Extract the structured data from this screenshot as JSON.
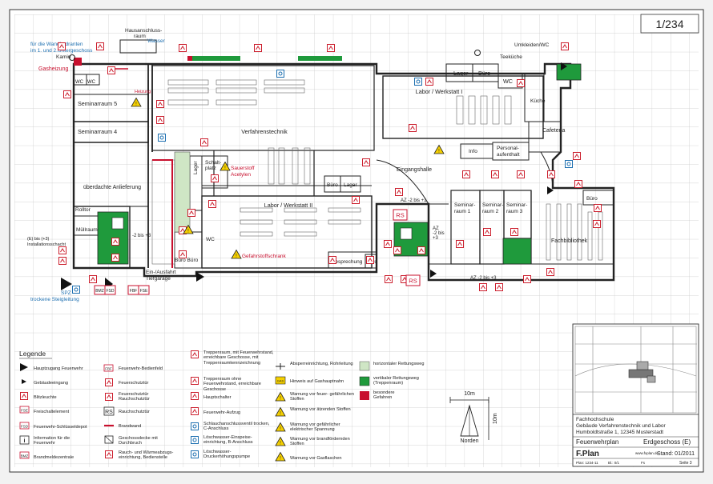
{
  "page_number": "1/234",
  "annotations": {
    "hydrant_note": [
      "für die Wandhydranten",
      "im 1. und 2.Untergeschoss"
    ],
    "kamin": "Kamin",
    "gasheizung": "Gasheizung",
    "hausanschluss": [
      "Hausanschluss-",
      "raum"
    ],
    "wasser": "Wasser",
    "heizung": "Heizung",
    "umkleiden": "Umkleiden/WC",
    "teekueche": "Teeküche",
    "sauerstoff": [
      "Sauerstoff",
      "Acetylen"
    ],
    "gefahrstoff": "Gefahrstoffschrank",
    "ueberdachte": "überdachte Anlieferung",
    "rolltor": "Rolltor",
    "installation": [
      "(E) bis (+3)",
      "Installationsschacht"
    ],
    "einausfahrt": [
      "Ein-/Ausfahrt",
      "Tiefgarage"
    ],
    "spz": "SPZ",
    "steigleitung": "trockene Steigleitung",
    "az_top": "AZ -2 bis +1",
    "az_mid": [
      "AZ",
      "-2 bis",
      "+3"
    ],
    "az_bottom": "AZ -2 bis +3",
    "m2bis3": "-2 bis +3",
    "muellraum": "Müllraum"
  },
  "rooms": {
    "seminar5": "Seminarraum 5",
    "seminar4": "Seminarraum 4",
    "verfahrenstechnik": "Verfahrenstechnik",
    "labor1": "Labor / Werkstatt I",
    "labor2": "Labor / Werkstatt II",
    "lager1": "Lager",
    "buero1": "Büro",
    "wc_top": "WC",
    "kueche": "Küche",
    "cafeteria": "Cafeteria",
    "info": "Info",
    "personal": [
      "Personal-",
      "aufenthalt"
    ],
    "eingangshalle": "Eingangshalle",
    "schaltplatz": [
      "Schalt-",
      "platz"
    ],
    "lager_v": "Lager",
    "buero_lager_a": "Büro",
    "buero_lager_b": "Lager",
    "buero_buero": "Büro Büro",
    "wc": "WC",
    "wc_left_a": "WC",
    "wc_left_b": "WC",
    "besprechung": "Besprechung",
    "buero_small": "Büro",
    "seminar1": [
      "Seminar-",
      "raum 1"
    ],
    "seminar2": [
      "Seminar-",
      "raum 2"
    ],
    "seminar3": [
      "Seminar-",
      "raum 3"
    ],
    "buero_r": "Büro",
    "fachbibliothek": "Fachbibliothek"
  },
  "symbols_on_plan": {
    "rs": "RS",
    "bmz": "BMZ",
    "fsd": "FSD",
    "fbf": "FBF",
    "fse": "FSE"
  },
  "legend": {
    "title": "Legende",
    "col1": [
      "Hauptzugang Feuerwehr",
      "Gebäudeeingang",
      "Blitzleuchte",
      "Freischaltelement",
      "Feuerwehr-Schlüsseldepot",
      "Information für die Feuerwehr",
      "Brandmeldezentrale"
    ],
    "col2": [
      "Feuerwehr-Bedienfeld",
      "Feuerschutztür",
      "Feuerschutztür Rauchschutztür",
      "Rauchschutztür",
      "Brandwand",
      "Geschossdecke mit Durchbruch",
      "Rauch- und Wärmeabzugs- einrichtung, Bedienstelle"
    ],
    "col3": [
      "Treppenraum, mit Feuerwehrstand, erreichbare Geschosse, mit Treppenraumkennzeichnung",
      "Treppenraum ohne Feuerwehrstand, erreichbare Geschosse",
      "Hauptschalter",
      "Feuerwehr-Aufzug",
      "Schlauchanschlussventil trocken, C-Anschluss",
      "Löschwasser-Einspeise- einrichtung, B-Anschluss",
      "Löschwasser- Druckerhöhungspumpe"
    ],
    "col4": [
      "Absperreinrichtung, Rohrleitung",
      "Hinweis auf Gashauptnahn",
      "Warnung vor feuer- gefährlichen Stoffen",
      "Warnung vor ätzenden Stoffen",
      "Warnung vor gefährlicher elektrischer Spannung",
      "Warnung vor brandfördernden Stoffen",
      "Warnung vor Gasflaschen"
    ],
    "col5": [
      "horizontaler Rettungsweg",
      "vertikaler Rettungsweg (Treppenraum)",
      "besondere Gefahren"
    ],
    "sym_fbf": "FBF",
    "sym_rs": "RS",
    "sym_fse": "FSE",
    "sym_fsd": "FSD",
    "sym_bmz": "BMZ",
    "sym_info": "i",
    "sym_gas": "GAS"
  },
  "scale": {
    "h": "10m",
    "v": "10m",
    "north": "Norden"
  },
  "title_block": {
    "institution": "Fachhochschule",
    "building": "Gebäude Verfahrenstechnik und Labor",
    "address": "Humboldtstraße 1, 12345 Musterstadt",
    "plan_type": "Feuerwehrplan",
    "floor": "Erdgeschoss (E)",
    "brand": "F.Plan",
    "brand_url": "www.fxplan.de",
    "stand": "Stand: 01/2011",
    "page": "Seite 3",
    "plan_no": "Plan: 1234-11",
    "bl": "Bl.: 0/1",
    "fs": "Fs"
  },
  "colors": {
    "escape_h": "#cfe6c5",
    "escape_v": "#1f9a3c",
    "danger": "#c8102e",
    "fire_red": "#cc1f2e",
    "info_blue": "#1d6fb0",
    "warn_yellow": "#f5d000",
    "wall": "#222222",
    "grid": "#c9c9c9",
    "label_blue": "#1d6fb0"
  }
}
